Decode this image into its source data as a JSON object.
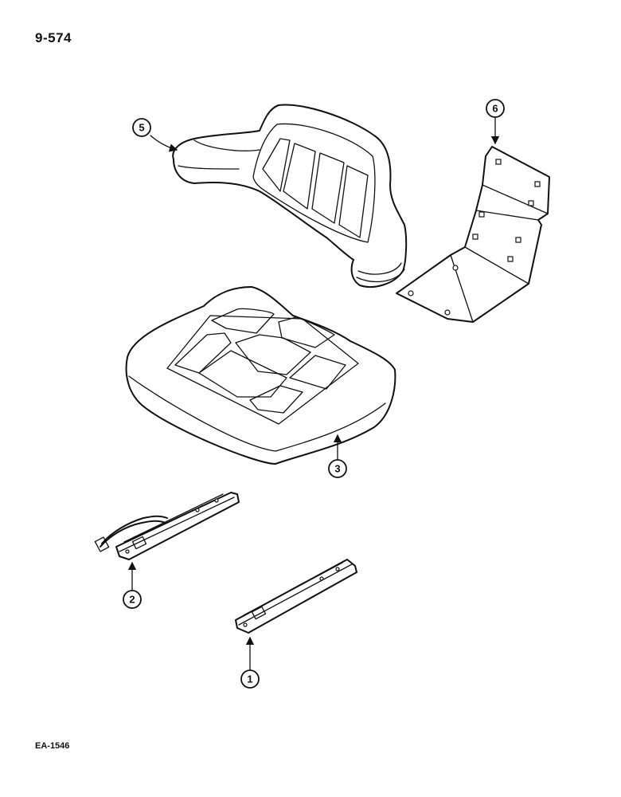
{
  "header": {
    "page_number": "9-574"
  },
  "footer": {
    "figure_code": "EA-1546"
  },
  "callouts": [
    {
      "id": "1",
      "label": "1"
    },
    {
      "id": "2",
      "label": "2"
    },
    {
      "id": "3",
      "label": "3"
    },
    {
      "id": "5",
      "label": "5"
    },
    {
      "id": "6",
      "label": "6"
    }
  ]
}
